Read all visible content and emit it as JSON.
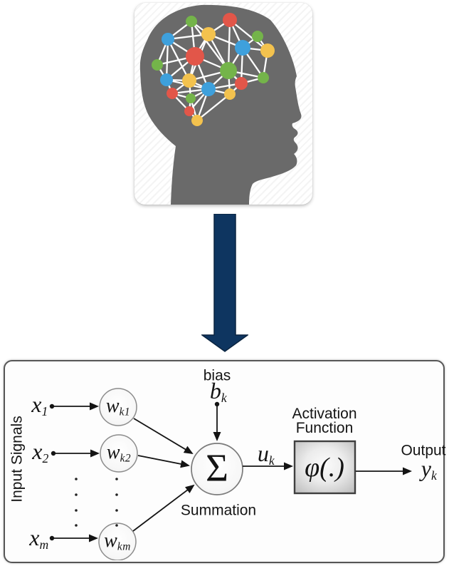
{
  "brain_icon": {
    "head_color": "#6a6a6a",
    "palette": {
      "red": "#e25649",
      "green": "#74b44a",
      "blue": "#3ea0dc",
      "yellow": "#f3c24e"
    },
    "nodes": [
      [
        80,
        26,
        8,
        "green"
      ],
      [
        134,
        24,
        10,
        "red"
      ],
      [
        47,
        51,
        9,
        "blue"
      ],
      [
        104,
        44,
        10,
        "yellow"
      ],
      [
        173,
        47,
        8,
        "green"
      ],
      [
        152,
        63,
        11,
        "blue"
      ],
      [
        187,
        67,
        10,
        "yellow"
      ],
      [
        85,
        75,
        13,
        "red"
      ],
      [
        32,
        87,
        8,
        "green"
      ],
      [
        132,
        95,
        12,
        "green"
      ],
      [
        45,
        108,
        9,
        "blue"
      ],
      [
        77,
        109,
        10,
        "yellow"
      ],
      [
        181,
        105,
        8,
        "green"
      ],
      [
        150,
        113,
        9,
        "red"
      ],
      [
        53,
        127,
        8,
        "red"
      ],
      [
        104,
        121,
        10,
        "blue"
      ],
      [
        134,
        128,
        8,
        "yellow"
      ],
      [
        79,
        134,
        7,
        "green"
      ],
      [
        77,
        152,
        7,
        "red"
      ],
      [
        88,
        165,
        8,
        "yellow"
      ]
    ],
    "edges": [
      [
        1,
        3
      ],
      [
        1,
        4
      ],
      [
        1,
        8
      ],
      [
        1,
        10
      ],
      [
        2,
        4
      ],
      [
        2,
        6
      ],
      [
        2,
        7
      ],
      [
        2,
        10
      ],
      [
        3,
        4
      ],
      [
        3,
        8
      ],
      [
        3,
        9
      ],
      [
        3,
        11
      ],
      [
        3,
        12
      ],
      [
        4,
        6
      ],
      [
        4,
        8
      ],
      [
        4,
        10
      ],
      [
        4,
        12
      ],
      [
        5,
        6
      ],
      [
        5,
        7
      ],
      [
        6,
        7
      ],
      [
        6,
        10
      ],
      [
        6,
        13
      ],
      [
        6,
        14
      ],
      [
        7,
        13
      ],
      [
        8,
        9
      ],
      [
        8,
        10
      ],
      [
        8,
        11
      ],
      [
        8,
        12
      ],
      [
        8,
        16
      ],
      [
        9,
        11
      ],
      [
        10,
        12
      ],
      [
        10,
        13
      ],
      [
        10,
        14
      ],
      [
        10,
        16
      ],
      [
        10,
        17
      ],
      [
        11,
        12
      ],
      [
        11,
        15
      ],
      [
        11,
        16
      ],
      [
        12,
        15
      ],
      [
        12,
        16
      ],
      [
        12,
        18
      ],
      [
        13,
        14
      ],
      [
        14,
        16
      ],
      [
        14,
        17
      ],
      [
        15,
        16
      ],
      [
        15,
        18
      ],
      [
        15,
        19
      ],
      [
        16,
        17
      ],
      [
        16,
        18
      ],
      [
        16,
        19
      ],
      [
        16,
        20
      ],
      [
        17,
        20
      ],
      [
        18,
        19
      ],
      [
        18,
        20
      ],
      [
        19,
        20
      ]
    ]
  },
  "flow_arrow": {
    "color": "#0e3560",
    "border": "#0a2440"
  },
  "diagram": {
    "input_signals_label": "Input Signals",
    "bias_label": "bias",
    "bias_symbol_base": "b",
    "bias_symbol_sub": "k",
    "inputs": [
      {
        "base": "x",
        "sub": "1"
      },
      {
        "base": "x",
        "sub": "2"
      },
      {
        "base": "x",
        "sub": "m"
      }
    ],
    "weights": [
      {
        "base": "w",
        "sub": "k1"
      },
      {
        "base": "w",
        "sub": "k2"
      },
      {
        "base": "w",
        "sub": "km"
      }
    ],
    "sum_symbol": "Σ",
    "summation_label": "Summation",
    "signal_symbol_base": "u",
    "signal_symbol_sub": "k",
    "activation_line1": "Activation",
    "activation_line2": "Function",
    "activation_symbol": "φ(.)",
    "output_label": "Output",
    "output_symbol_base": "y",
    "output_symbol_sub": "k"
  }
}
